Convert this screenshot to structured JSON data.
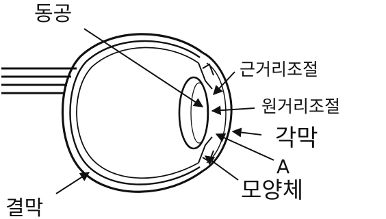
{
  "labels": {
    "pupil": "동공",
    "near_accommodation": "근거리조절",
    "far_accommodation": "원거리조절",
    "cornea": "각막",
    "a": "A",
    "ciliary_body": "모양체",
    "conjunctiva": "결막"
  }
}
